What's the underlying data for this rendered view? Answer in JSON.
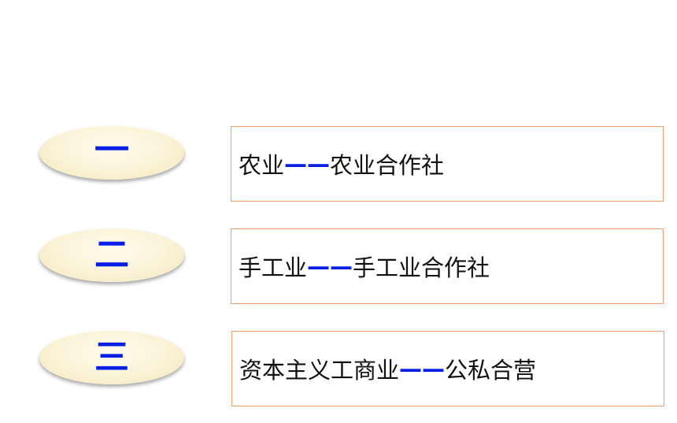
{
  "items": [
    {
      "number": "一",
      "subject": "农业",
      "separator": "——",
      "form": "农业合作社"
    },
    {
      "number": "二",
      "subject": "手工业",
      "separator": "——",
      "form": "手工业合作社"
    },
    {
      "number": "三",
      "subject": "资本主义工商业",
      "separator": "——",
      "form": "公私合营"
    }
  ],
  "colors": {
    "accent_blue": "#0a1fe6",
    "box_border": "#f0a070",
    "oval_fill": "#fbf3d6",
    "text": "#111111"
  }
}
